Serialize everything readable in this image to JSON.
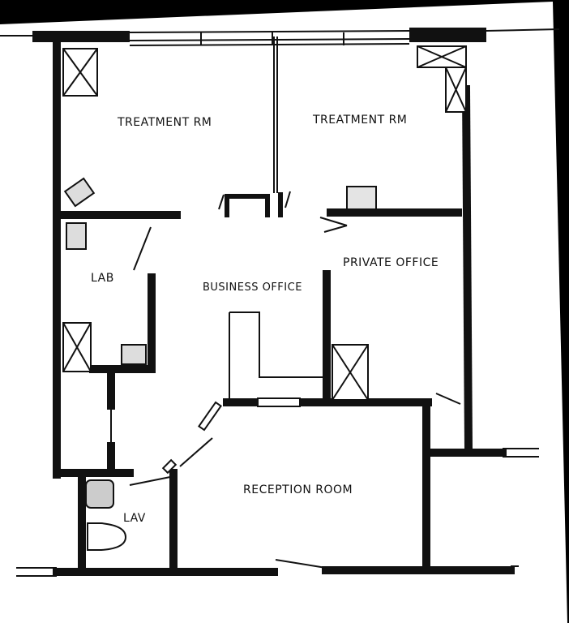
{
  "rooms": {
    "treatment_left": "TREATMENT RM",
    "treatment_right": "TREATMENT RM",
    "lab": "LAB",
    "business_office": "BUSINESS OFFICE",
    "private_office": "PRIVATE OFFICE",
    "reception": "RECEPTION ROOM",
    "lav": "LAV"
  }
}
